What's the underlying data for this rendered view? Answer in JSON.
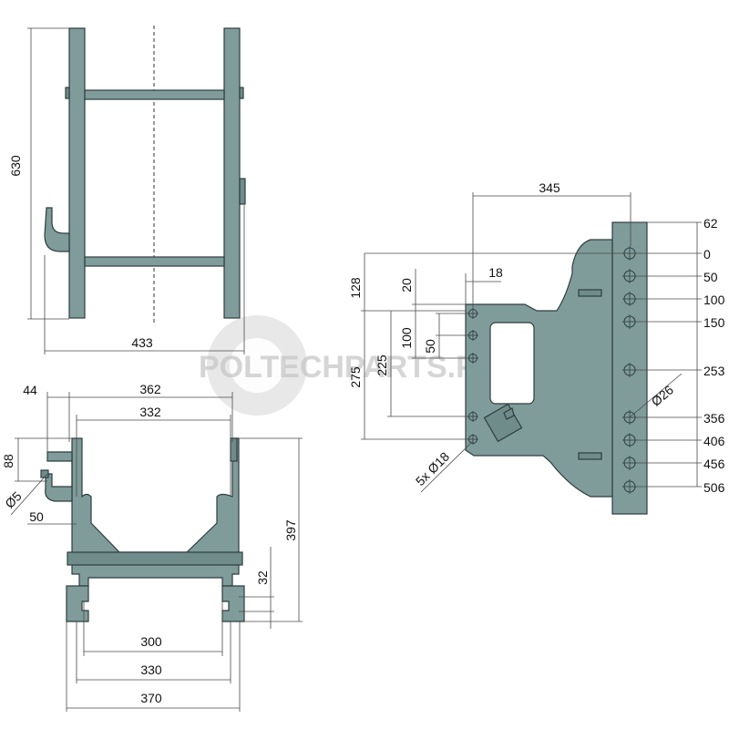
{
  "watermark": "POLTECHPARTS.PL",
  "top_view": {
    "height_label": "630",
    "width_label": "433"
  },
  "front_view": {
    "labels": {
      "d44": "44",
      "d362": "362",
      "d332": "332",
      "d88": "88",
      "d5": "Ø5",
      "d50": "50",
      "d397": "397",
      "d32": "32",
      "d300": "300",
      "d330": "330",
      "d370": "370"
    }
  },
  "side_view": {
    "labels": {
      "d345": "345",
      "d18": "18",
      "d128": "128",
      "d20": "20",
      "d100": "100",
      "d50": "50",
      "d225": "225",
      "d275": "275",
      "holes_small": "5x Ø18",
      "hole_big": "Ø26"
    },
    "hole_positions": [
      "62",
      "0",
      "50",
      "100",
      "150",
      "253",
      "356",
      "406",
      "456",
      "506"
    ]
  },
  "colors": {
    "part_fill": "#7f9c9a",
    "outline": "#2f3d3f",
    "dimension": "#4a4a4a"
  }
}
